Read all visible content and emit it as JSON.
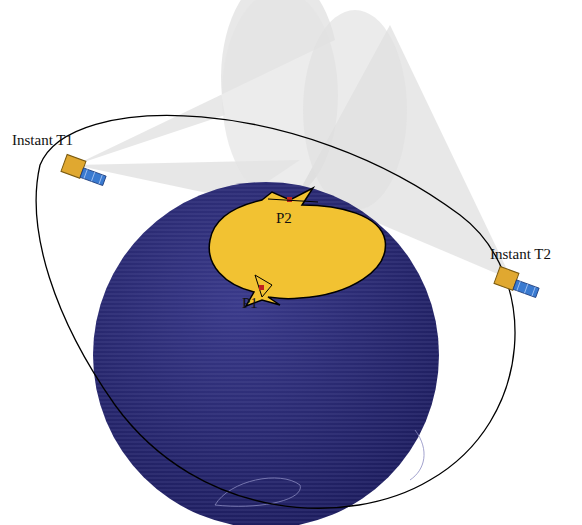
{
  "diagram": {
    "labels": [
      "Instant T1",
      "P2",
      "Instant T2",
      "P1"
    ]
  }
}
